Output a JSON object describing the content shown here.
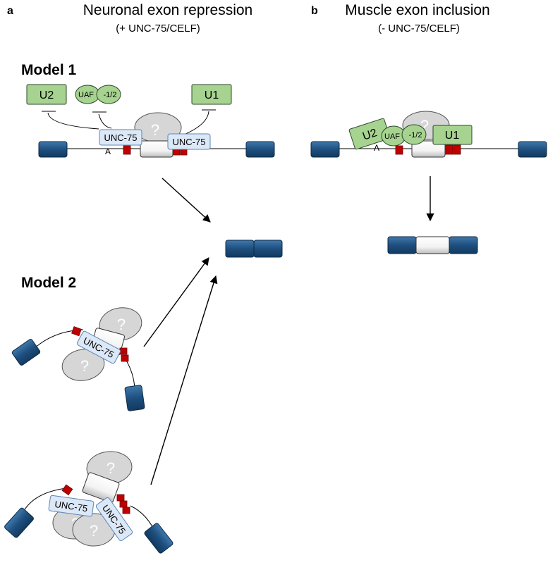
{
  "panel_a": {
    "letter": "a",
    "title": "Neuronal exon repression",
    "subtitle": "(+ UNC-75/CELF)"
  },
  "panel_b": {
    "letter": "b",
    "title": "Muscle exon inclusion",
    "subtitle": "(- UNC-75/CELF)"
  },
  "model1": {
    "label": "Model 1"
  },
  "model2": {
    "label": "Model 2"
  },
  "factors": {
    "u2": "U2",
    "u1": "U1",
    "uaf_left": "UAF",
    "uaf_right": "-1/2",
    "unc75": "UNC-75",
    "unknown": "?",
    "branch_point": "A"
  },
  "colors": {
    "exon": "#1e4f7e",
    "exon_highlight": "#3a72a8",
    "alt_exon": "#ffffff",
    "green_box": "#a6d38f",
    "unc_box": "#dce8f6",
    "unc_border": "#5b84b6",
    "unknown_ellipse": "#d6d6d6",
    "red_site": "#c00000"
  }
}
